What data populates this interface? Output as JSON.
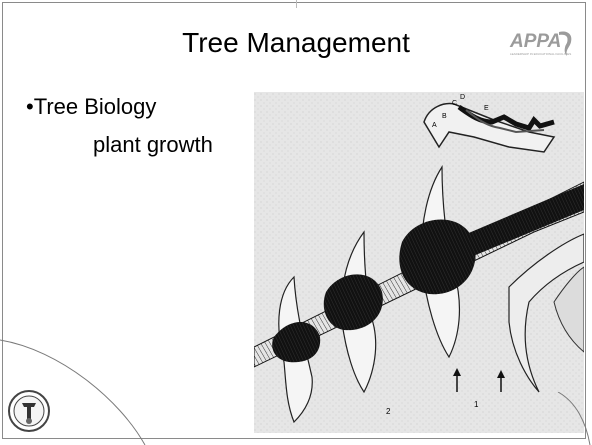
{
  "slide": {
    "title": "Tree Management",
    "bullets": [
      "•Tree Biology",
      "plant growth"
    ]
  },
  "logo": {
    "text": "APPA",
    "tagline": "LEADERSHIP IN EDUCATIONAL FACILITIES",
    "color": "#9b9b9b"
  },
  "figure": {
    "letters": [
      "A",
      "B",
      "C",
      "D",
      "E"
    ],
    "numbers": [
      "1",
      "2"
    ]
  },
  "colors": {
    "background": "#ffffff",
    "text": "#000000",
    "figure_paper": "#e9e9e9"
  }
}
